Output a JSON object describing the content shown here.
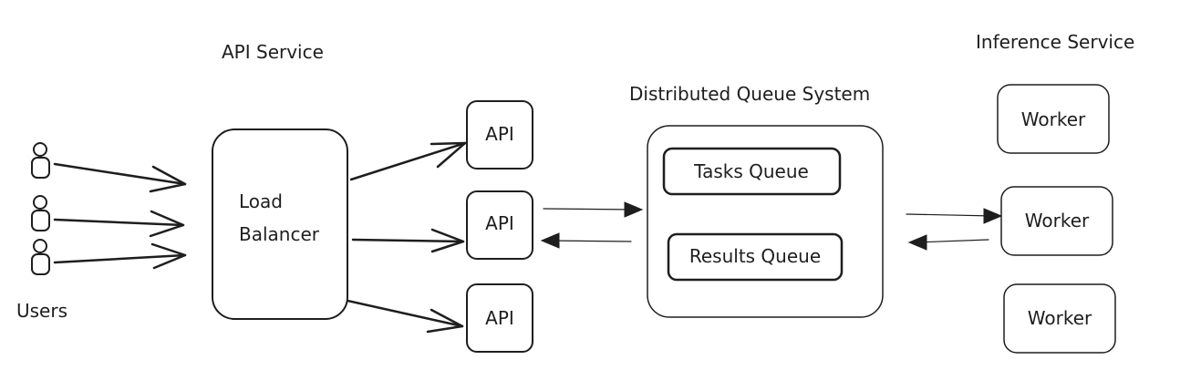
{
  "diagram": {
    "sections": {
      "api_service": "API Service",
      "queue_system": "Distributed Queue System",
      "inference_service": "Inference Service",
      "users": "Users"
    },
    "load_balancer": {
      "line1": "Load",
      "line2": "Balancer"
    },
    "api_nodes": [
      "API",
      "API",
      "API"
    ],
    "queues": {
      "tasks": "Tasks Queue",
      "results": "Results Queue"
    },
    "workers": [
      "Worker",
      "Worker",
      "Worker"
    ]
  }
}
